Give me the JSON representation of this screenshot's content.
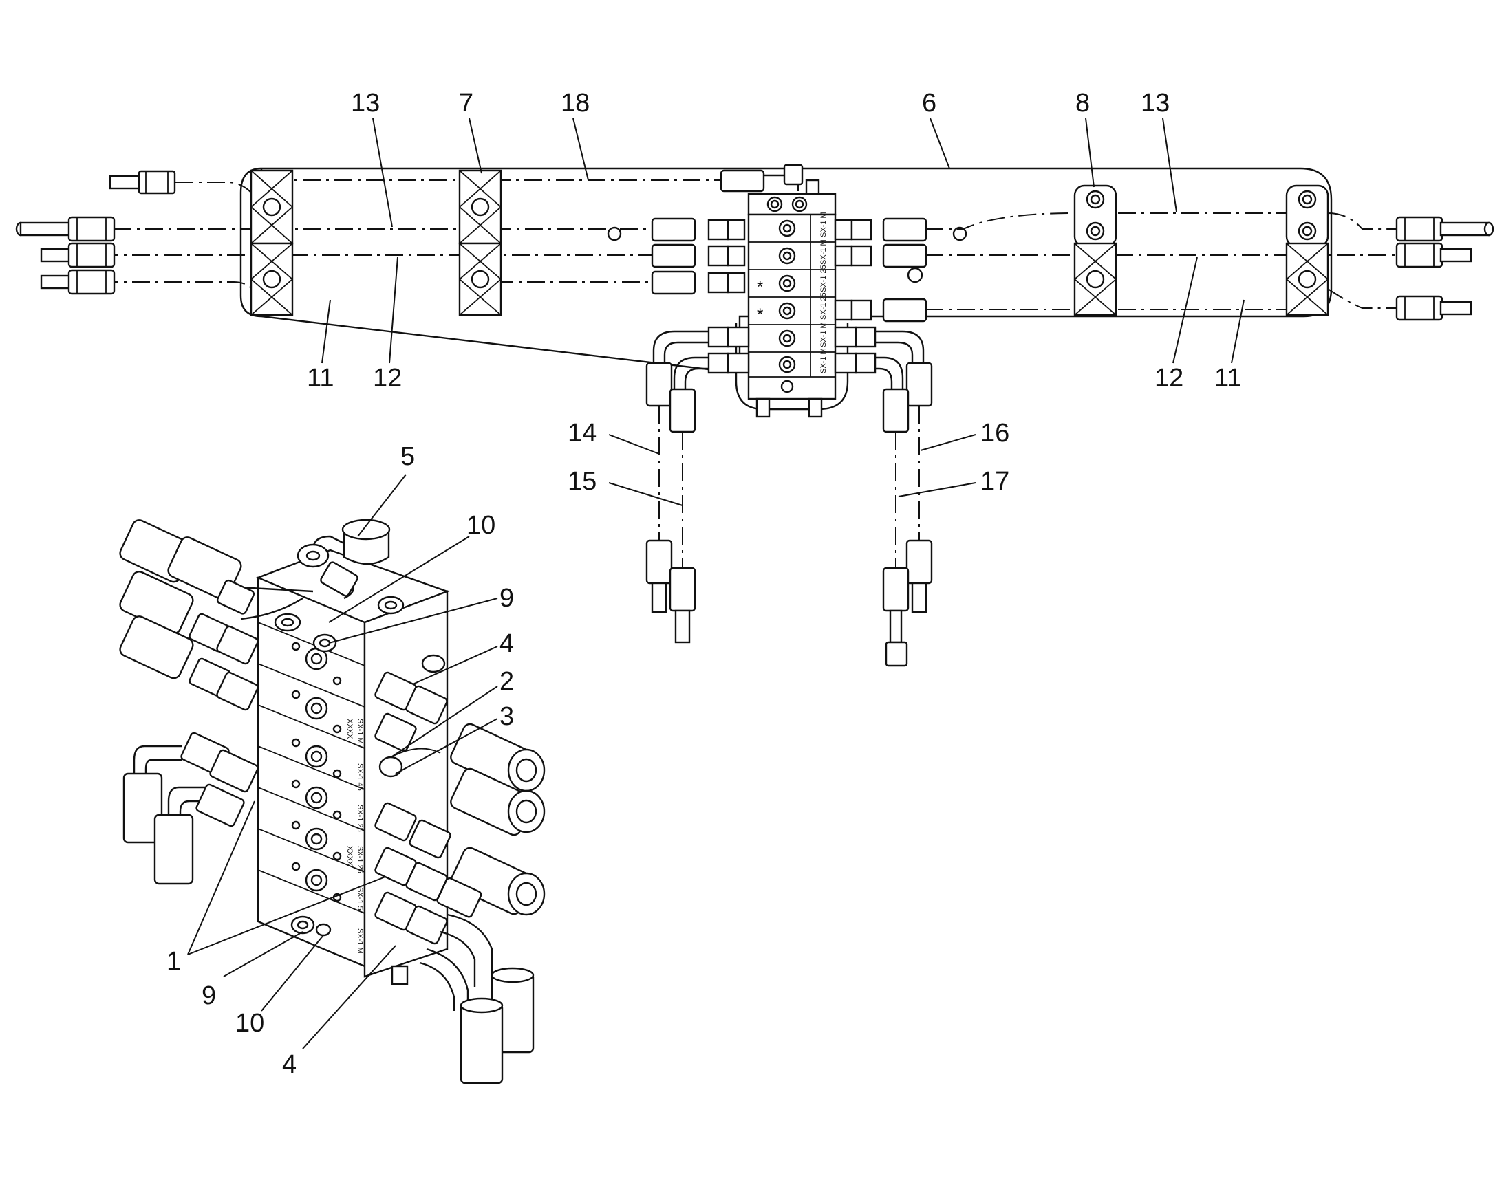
{
  "callouts": {
    "top_13_left": "13",
    "top_7": "7",
    "top_18": "18",
    "top_6": "6",
    "top_8": "8",
    "top_13_right": "13",
    "bottom_11_left": "11",
    "bottom_12_left": "12",
    "bottom_12_right": "12",
    "bottom_11_right": "11",
    "c14": "14",
    "c15": "15",
    "c16": "16",
    "c17": "17",
    "iso_5": "5",
    "iso_10_top": "10",
    "iso_9_top": "9",
    "iso_4_top": "4",
    "iso_2": "2",
    "iso_3": "3",
    "iso_1": "1",
    "iso_9_bottom": "9",
    "iso_10_bottom": "10",
    "iso_4_bottom": "4"
  },
  "block_labels": [
    "SX-1 M",
    "SX-1 M",
    "SX-1 25",
    "SX-1 25",
    "SX-1 M",
    "SX-1 M"
  ],
  "iso_block_labels": [
    "SX-1 M",
    "SX-1 45",
    "SX-1 25",
    "SX-1 25",
    "SX-1 5",
    "SX-1 M"
  ],
  "iso_block_sublabel": "XXXX",
  "block_star": "*"
}
